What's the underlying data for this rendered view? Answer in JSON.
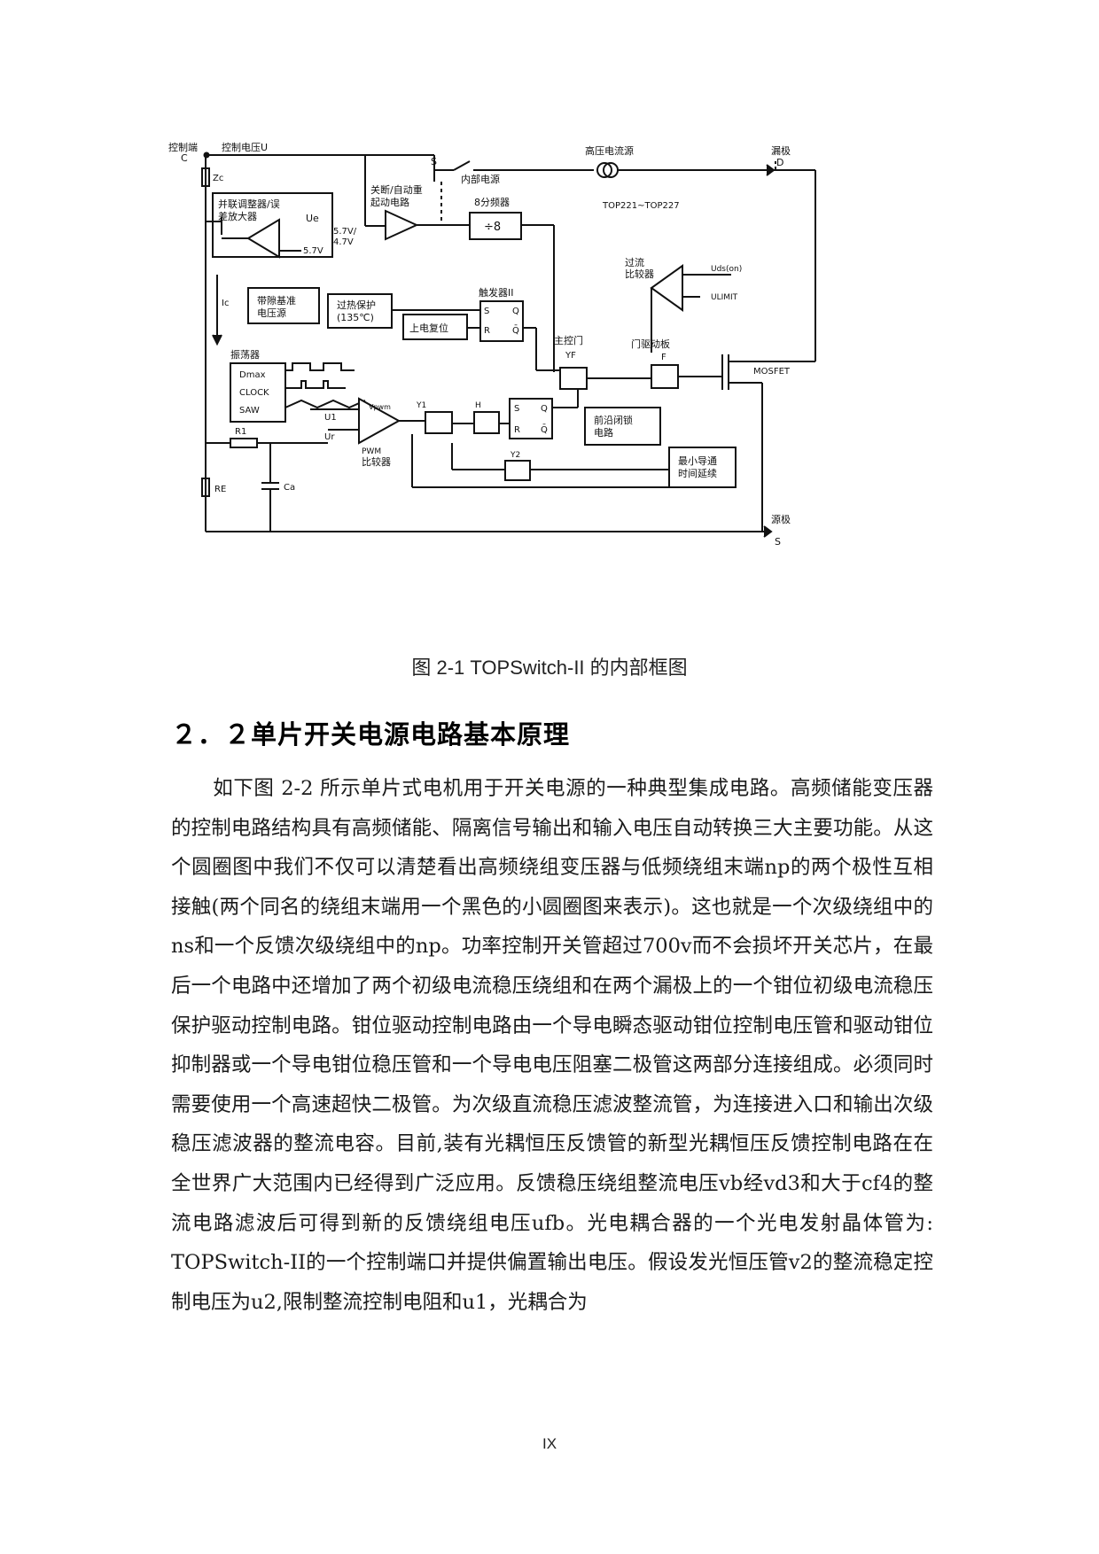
{
  "figure": {
    "labels": {
      "control_pin": "控制端",
      "control_pin_c": "C",
      "control_voltage": "控制电压U",
      "zc": "Zc",
      "shunt_amp": "并联调整器/误",
      "shunt_amp2": "差放大器",
      "ue": "Ue",
      "v57": "5.7V",
      "shutdown": "关断/自动重",
      "shutdown2": "起动电路",
      "v57_47": "5.7V/",
      "v47": "4.7V",
      "s_switch": "S",
      "internal_supply": "内部电源",
      "high_voltage_source": "高压电流源",
      "drain": "漏极",
      "drain_d": "D",
      "divider8": "8分频器",
      "div8": "÷8",
      "model": "TOP221~TOP227",
      "overcurrent": "过流",
      "comparator": "比较器",
      "uds": "Uds(on)",
      "ulimit": "ULIMIT",
      "ic": "Ic",
      "bandgap": "带隙基准",
      "bandgap2": "电压源",
      "thermal": "过热保护",
      "thermal2": "(135℃)",
      "trigger2": "触发器II",
      "por": "上电复位",
      "main_gate": "主控门",
      "yf": "YF",
      "gate_driver": "门驱动板",
      "f": "F",
      "mosfet": "MOSFET",
      "oscillator": "振荡器",
      "dmax": "Dmax",
      "clock": "CLOCK",
      "saw": "SAW",
      "vpwm": "Vpwm",
      "u1": "U1",
      "ur": "Ur",
      "y1": "Y1",
      "h": "H",
      "pwm": "PWM",
      "pwm_cmp": "比较器",
      "leading_edge": "前沿闭锁",
      "leading_edge2": "电路",
      "min_on": "最小导通",
      "min_on2": "时间延续",
      "y2": "Y2",
      "r1": "R1",
      "re": "RE",
      "ca": "Ca",
      "source": "源极",
      "source_s": "S",
      "s": "S",
      "r": "R",
      "q": "Q",
      "qbar": "Q̄"
    }
  },
  "caption": "图 2-1  TOPSwitch-II 的内部框图",
  "heading": "２．２单片开关电源电路基本原理",
  "paragraph": "如下图 2-2 所示单片式电机用于开关电源的一种典型集成电路。高频储能变压器的控制电路结构具有高频储能、隔离信号输出和输入电压自动转换三大主要功能。从这个圆圈图中我们不仅可以清楚看出高频绕组变压器与低频绕组末端np的两个极性互相接触(两个同名的绕组末端用一个黑色的小圆圈图来表示)。这也就是一个次级绕组中的ns和一个反馈次级绕组中的np。功率控制开关管超过700v而不会损坏开关芯片，在最后一个电路中还增加了两个初级电流稳压绕组和在两个漏极上的一个钳位初级电流稳压保护驱动控制电路。钳位驱动控制电路由一个导电瞬态驱动钳位控制电压管和驱动钳位抑制器或一个导电钳位稳压管和一个导电电压阻塞二极管这两部分连接组成。必须同时需要使用一个高速超快二极管。为次级直流稳压滤波整流管，为连接进入口和输出次级稳压滤波器的整流电容。目前,装有光耦恒压反馈管的新型光耦恒压反馈控制电路在在全世界广大范围内已经得到广泛应用。反馈稳压绕组整流电压vb经vd3和大于cf4的整流电路滤波后可得到新的反馈绕组电压ufb。光电耦合器的一个光电发射晶体管为: TOPSwitch-II的一个控制端口并提供偏置输出电压。假设发光恒压管v2的整流稳定控制电压为u2,限制整流控制电阻和u1，光耦合为",
  "page_number": "IX"
}
